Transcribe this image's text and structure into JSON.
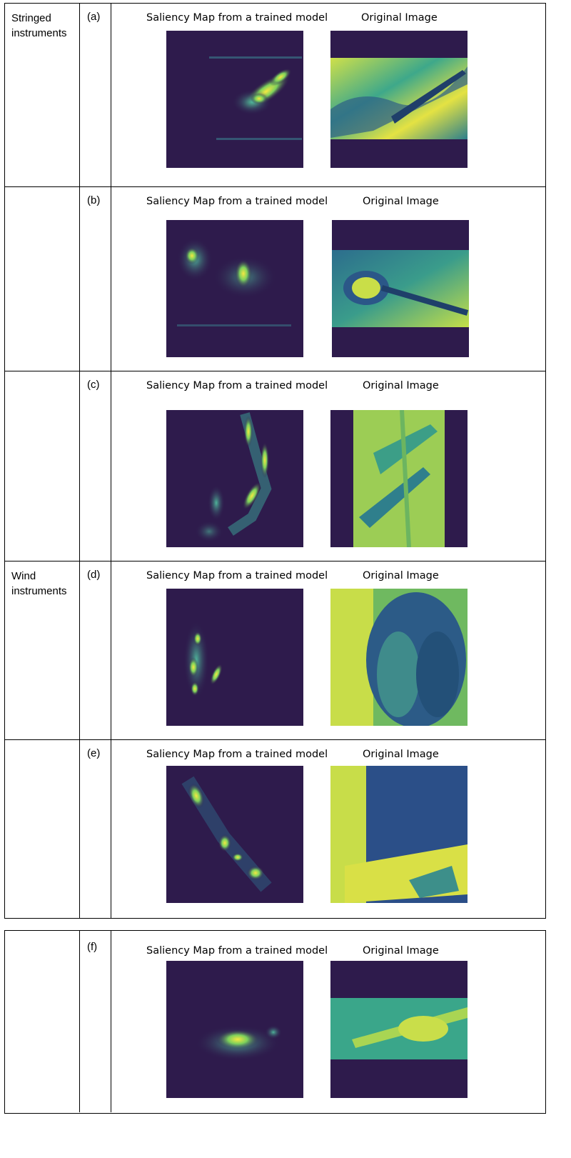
{
  "rows": [
    {
      "category": "Stringed\ninstruments",
      "label": "(a)",
      "saliency_title": "Saliency Map from a trained model",
      "original_title": "Original Image"
    },
    {
      "category": "",
      "label": "(b)",
      "saliency_title": "Saliency Map from a trained model",
      "original_title": "Original Image"
    },
    {
      "category": "",
      "label": "(c)",
      "saliency_title": "Saliency Map from a trained model",
      "original_title": "Original Image"
    },
    {
      "category": "Wind\ninstruments",
      "label": "(d)",
      "saliency_title": "Saliency Map from a trained model",
      "original_title": "Original Image"
    },
    {
      "category": "",
      "label": "(e)",
      "saliency_title": "Saliency Map from a trained model",
      "original_title": "Original Image"
    },
    {
      "category": "",
      "label": "(f)",
      "saliency_title": "Saliency Map from a trained model",
      "original_title": "Original Image"
    }
  ],
  "colors": {
    "background": "#2e1b4c",
    "highlight": "#f2e33a",
    "mid": "#3fa48c",
    "low": "#2f6f8e"
  }
}
